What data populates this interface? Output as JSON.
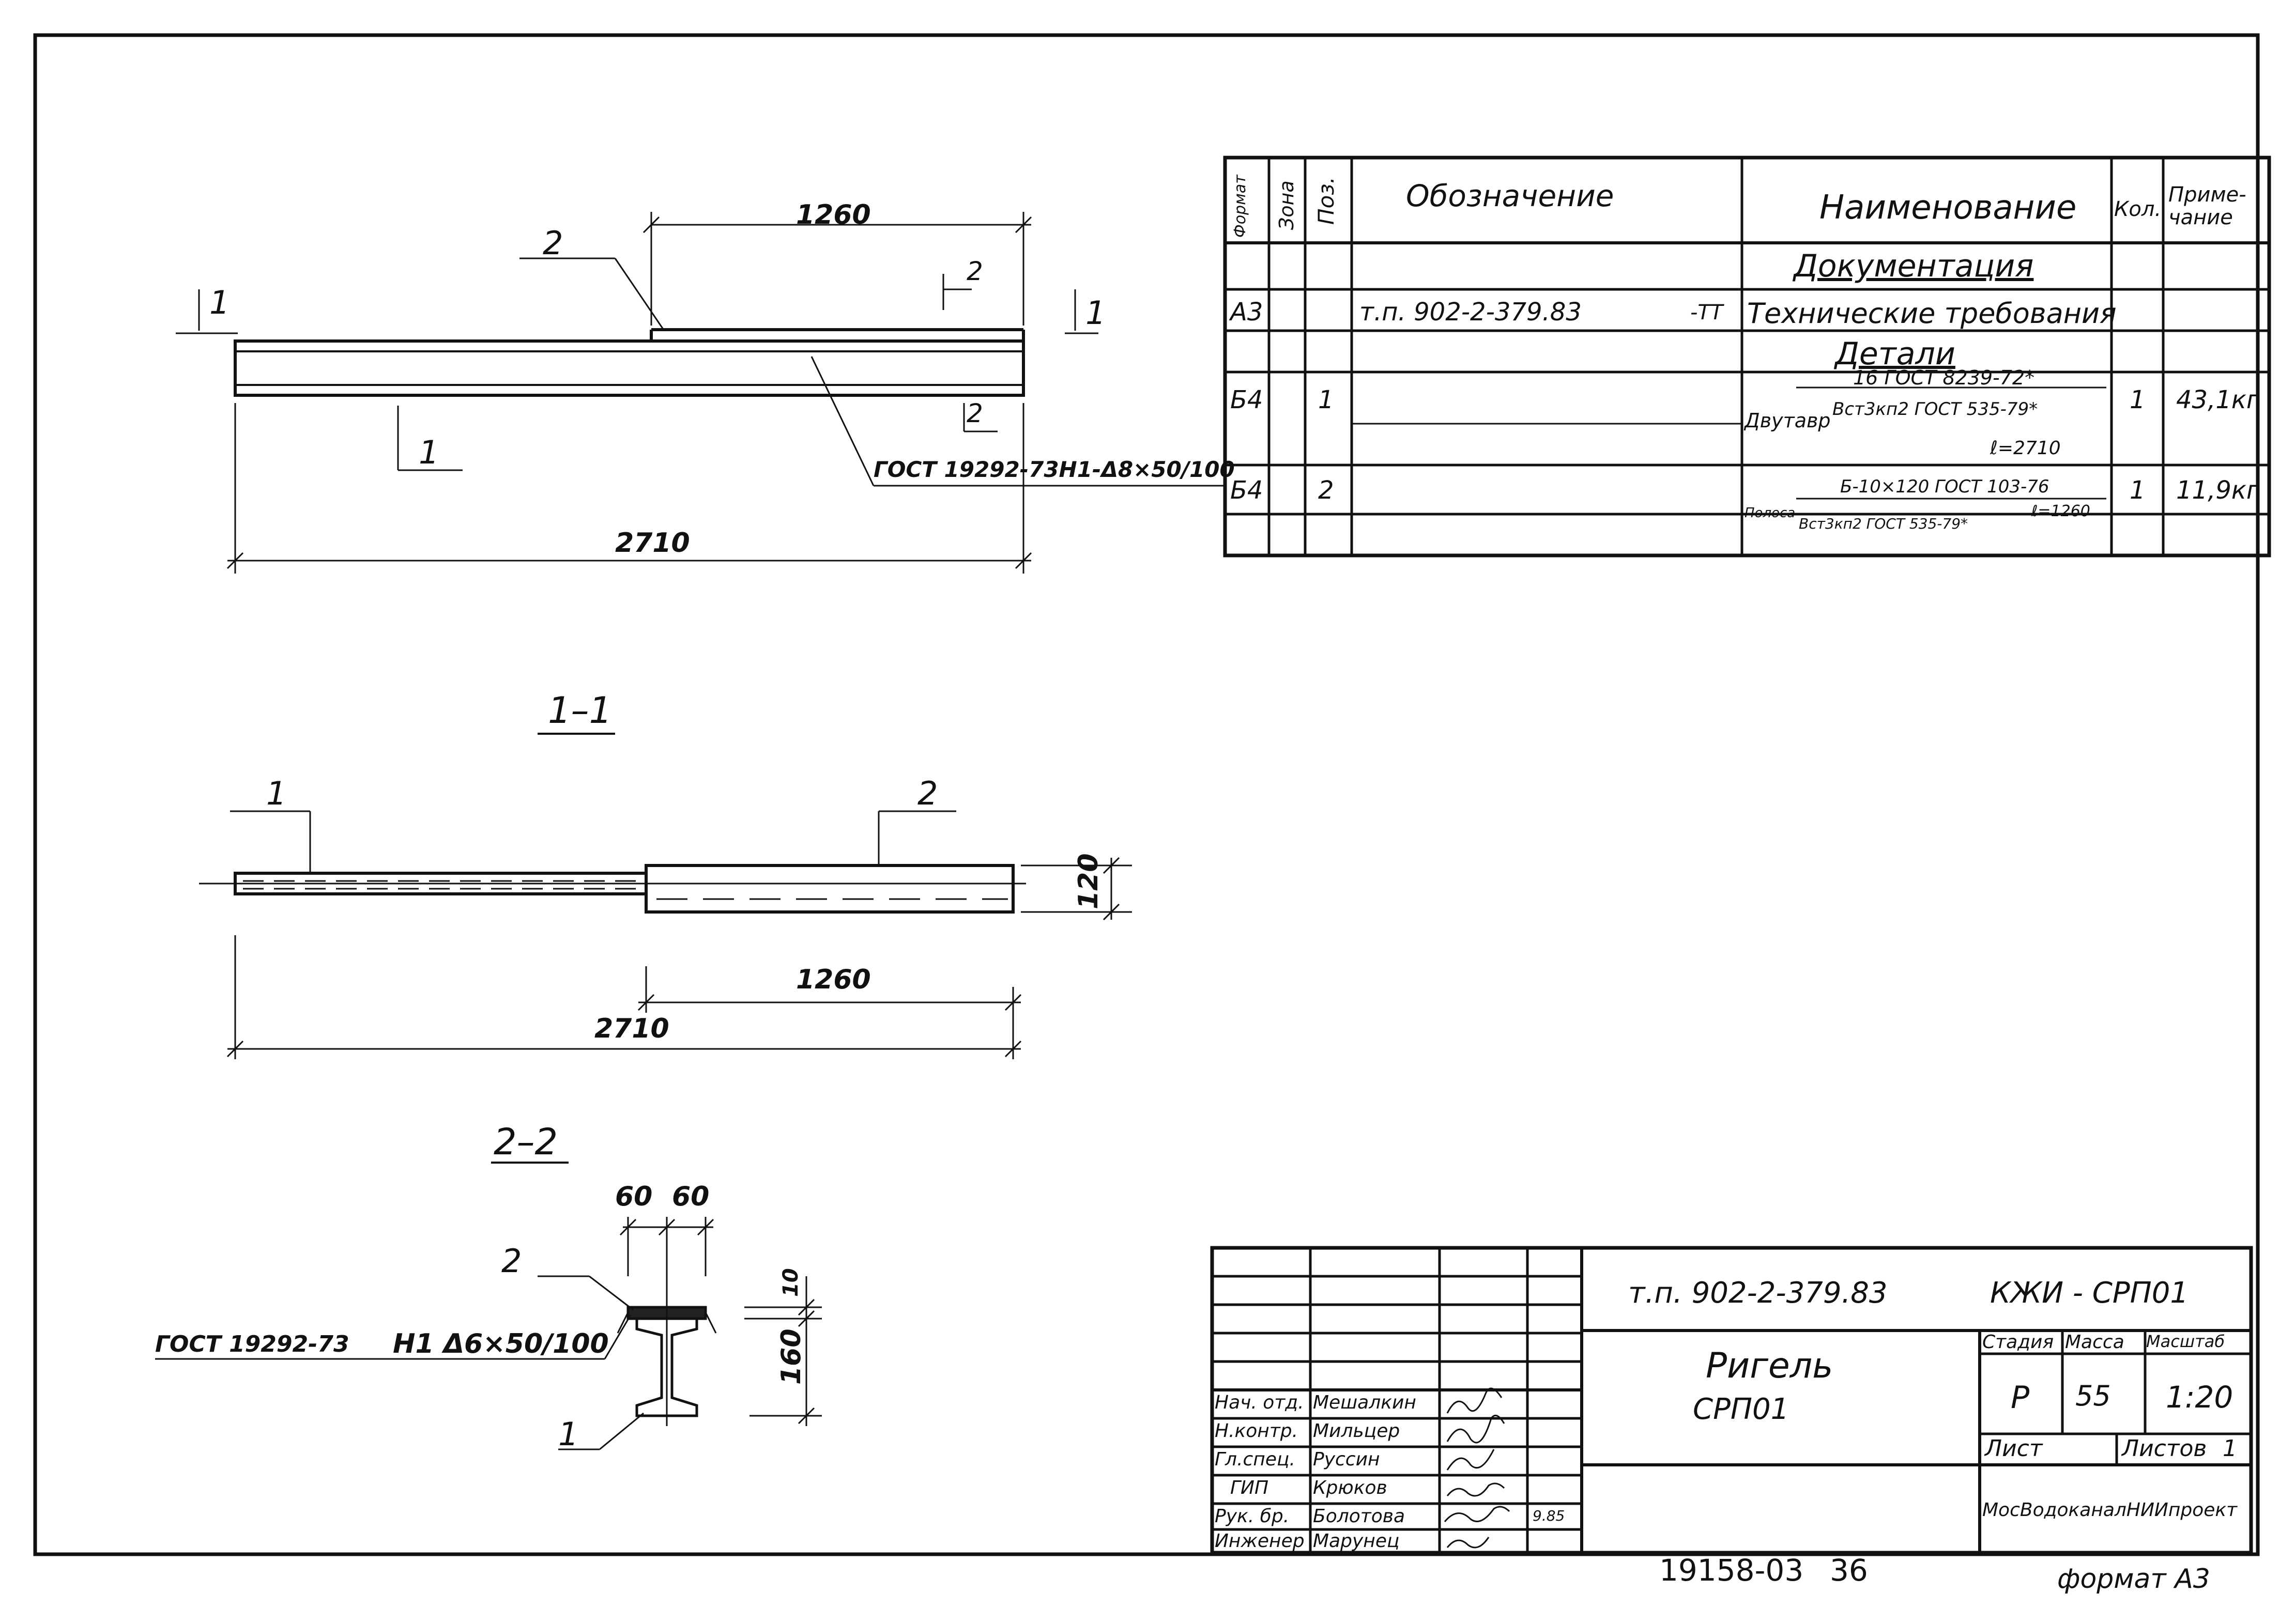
{
  "drawing": {
    "main_view": {
      "dim_top": "1260",
      "dim_bottom": "2710",
      "pos_2": "2",
      "pos_1": "1",
      "section_1_left": "1",
      "section_1_right": "1",
      "section_2_top": "2",
      "section_2_bottom": "2",
      "weld_note": "ГОСТ 19292-73Н1-Δ8×50/100"
    },
    "section_1_1": {
      "title": "1–1",
      "pos_1": "1",
      "pos_2": "2",
      "dim_height": "120",
      "dim_1260": "1260",
      "dim_2710": "2710"
    },
    "section_2_2": {
      "title": "2–2",
      "dim_60a": "60",
      "dim_60b": "60",
      "pos_2": "2",
      "pos_1": "1",
      "dim_10": "10",
      "dim_160": "160",
      "weld_std": "ГОСТ 19292-73",
      "weld_spec": "Н1 Δ6×50/100"
    }
  },
  "spec_table": {
    "headers": {
      "format": "Формат",
      "zone": "Зона",
      "pos": "Поз.",
      "designation": "Обозначение",
      "name": "Наименование",
      "qty": "Кол.",
      "note": "Приме-чание"
    },
    "section_docs": "Документация",
    "row_docs": {
      "format": "А3",
      "designation": "т.п. 902-2-379.83",
      "suffix": "-ТТ",
      "name": "Технические требования"
    },
    "section_parts": "Детали",
    "row1": {
      "format": "Б4",
      "pos": "1",
      "name_prefix": "Двутавр",
      "name_top": "16 ГОСТ 8239-72*",
      "name_bottom": "Вст3кп2 ГОСТ 535-79*",
      "name_len": "ℓ=2710",
      "qty": "1",
      "note": "43,1кг"
    },
    "row2": {
      "format": "Б4",
      "pos": "2",
      "name_prefix": "Полоса",
      "name_top": "Б-10×120 ГОСТ 103-76",
      "name_bottom": "Вст3кп2 ГОСТ 535-79*",
      "name_len": "ℓ=1260",
      "qty": "1",
      "note": "11,9кг"
    }
  },
  "title_block": {
    "doc_number": "т.п. 902-2-379.83",
    "code": "КЖИ - СРП01",
    "title_line1": "Ригель",
    "title_line2": "СРП01",
    "stage_label": "Стадия",
    "mass_label": "Масса",
    "scale_label": "Масштаб",
    "stage": "Р",
    "mass": "55",
    "scale": "1:20",
    "sheet_label": "Лист",
    "sheets_label": "Листов",
    "sheets_value": "1",
    "organization": "МосВодоканалНИИпроект",
    "roles": [
      {
        "role": "Нач. отд.",
        "name": "Мешалкин"
      },
      {
        "role": "Н.контр.",
        "name": "Мильцер"
      },
      {
        "role": "Гл.спец.",
        "name": "Руссин"
      },
      {
        "role": "ГИП",
        "name": "Крюков"
      },
      {
        "role": "Рук. бр.",
        "name": "Болотова"
      },
      {
        "role": "Инженер",
        "name": "Марунец"
      }
    ],
    "sign_date": "9.85"
  },
  "footer": {
    "archive_number": "19158-03",
    "sheet_index": "36",
    "format": "формат А3"
  }
}
